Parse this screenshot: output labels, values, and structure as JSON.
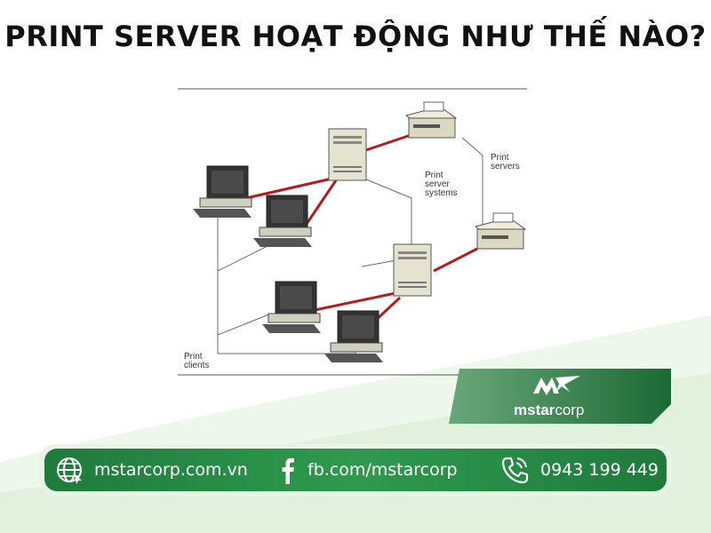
{
  "header": {
    "title": "PRINT SERVER HOẠT ĐỘNG NHƯ THẾ NÀO?"
  },
  "diagram": {
    "labels": {
      "print_servers": [
        "Print",
        "servers"
      ],
      "print_server_systems": [
        "Print",
        "server",
        "systems"
      ],
      "print_clients": [
        "Print",
        "clients"
      ]
    },
    "colors": {
      "connection": "#b51d1d",
      "network": "#6b6b6b"
    }
  },
  "logo": {
    "brand_bold": "mstar",
    "brand_light": "corp",
    "icon": "mstar-logo-icon"
  },
  "contact": {
    "website": {
      "icon": "globe-icon",
      "text": "mstarcorp.com.vn"
    },
    "facebook": {
      "icon": "facebook-icon",
      "text": "fb.com/mstarcorp"
    },
    "phone": {
      "icon": "phone-icon",
      "text": "0943 199 449"
    }
  },
  "colors": {
    "brand_green": "#1f7a3c",
    "wave_green": "#dcefd7"
  }
}
